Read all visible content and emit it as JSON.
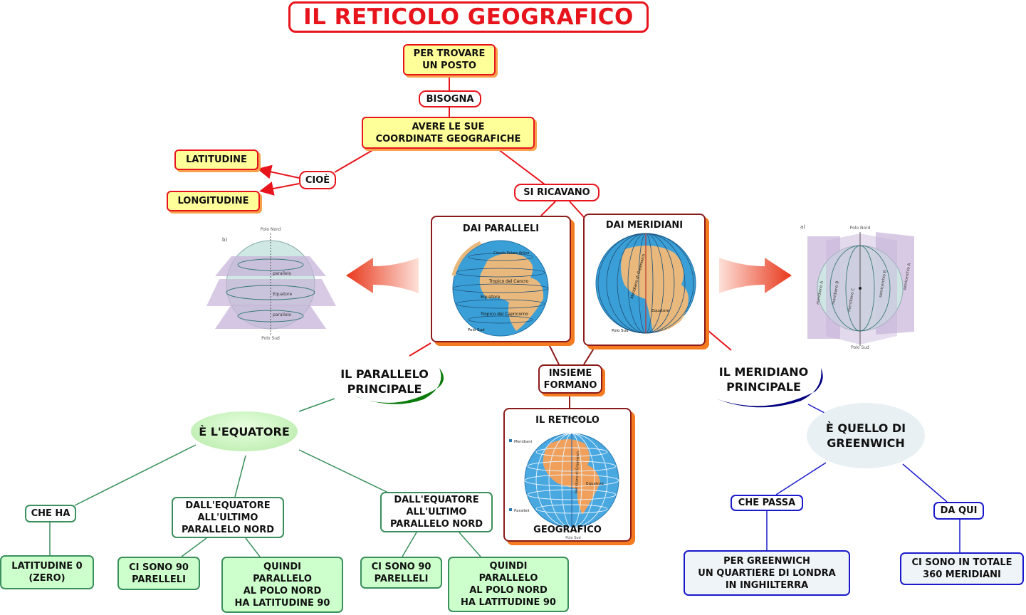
{
  "title": "IL RETICOLO GEOGRAFICO",
  "nodes": {
    "per_trovare": "PER TROVARE\nUN POSTO",
    "bisogna": "BISOGNA",
    "avere": "AVERE LE SUE\nCOORDINATE GEOGRAFICHE",
    "cioe": "CIOÈ",
    "latitudine": "LATITUDINE",
    "longitudine": "LONGITUDINE",
    "si_ricavano": "SI RICAVANO",
    "dai_paralleli": "DAI PARALLELI",
    "dai_meridiani": "DAI MERIDIANI",
    "insieme_formano": "INSIEME\nFORMANO",
    "reticolo_top": "IL RETICOLO",
    "reticolo_bottom": "GEOGRAFICO",
    "parallelo_principale": "IL PARALLELO\nPRINCIPALE",
    "meridiano_principale": "IL MERIDIANO\nPRINCIPALE",
    "equatore": "È L'EQUATORE",
    "greenwich": "È QUELLO DI\nGREENWICH",
    "che_ha": "CHE HA",
    "dall_eq_1": "DALL'EQUATORE\nALL'ULTIMO\nPARALLELO  NORD",
    "dall_eq_2": "DALL'EQUATORE\nALL'ULTIMO\nPARALLELO  NORD",
    "latitudine_0": "LATITUDINE 0\n(ZERO)",
    "ci_sono_90_1": "CI SONO 90\nPARELLELI",
    "quindi_1": "QUINDI\nPARALLELO\nAL POLO NORD\nHA LATITUDINE 90",
    "ci_sono_90_2": "CI SONO 90\nPARELLELI",
    "quindi_2": "QUINDI\nPARALLELO\nAL POLO NORD\nHA LATITUDINE 90",
    "che_passa": "CHE PASSA",
    "da_qui": "DA QUI",
    "per_greenwich": "PER GREENWICH\nUN QUARTIERE DI LONDRA\nIN INGHILTERRA",
    "ci_sono_360": "CI SONO IN TOTALE\n360 MERIDIANI"
  },
  "figure_left": {
    "tag": "b)",
    "polo_nord": "Polo Nord",
    "polo_sud": "Polo Sud",
    "parallelo_top": "parallelo",
    "equatore": "Equatore",
    "parallelo_bottom": "parallelo"
  },
  "figure_right": {
    "tag": "a)",
    "polo_nord": "Polo Nord",
    "polo_sud": "Polo Sud",
    "meridiano_a": "meridiano A",
    "meridiano_b": "meridiano B",
    "meridiano_c": "meridiano C",
    "semicerchio_a": "semicerchio A",
    "semicerchio_b": "semicerchio B"
  },
  "reticolo_figure": {
    "meridiani": "Meridiani",
    "paralleli": "Paralleli",
    "equatore": "Equatore",
    "greenwich": "Meridiano di Greenwich",
    "polo_nord": "Polo Nord",
    "polo_sud": "Polo Sud"
  },
  "globe_paralleli": {
    "polo_sud": "Polo Sud",
    "equatore": "Equatore",
    "tropico_cancro": "Tropico del Cancro",
    "tropico_capricorno": "Tropico del Capricorno",
    "circolo_polare": "Circolo Polare Artico"
  },
  "globe_meridiani": {
    "polo_sud": "Polo Sud",
    "meridiano_greenwich": "Meridiano di Greenwich",
    "equatore": "Equatore"
  },
  "colors": {
    "red": "#e8141c",
    "dark_red": "#8b1a1a",
    "orange_shadow": "#f47b20",
    "yellow": "#ffff99",
    "green": "#3a8f5c",
    "light_green": "#ccffcc",
    "blue": "#1a1acc",
    "navy": "#000080",
    "ocean": "#3a9fd6",
    "land": "#e8b87c"
  }
}
